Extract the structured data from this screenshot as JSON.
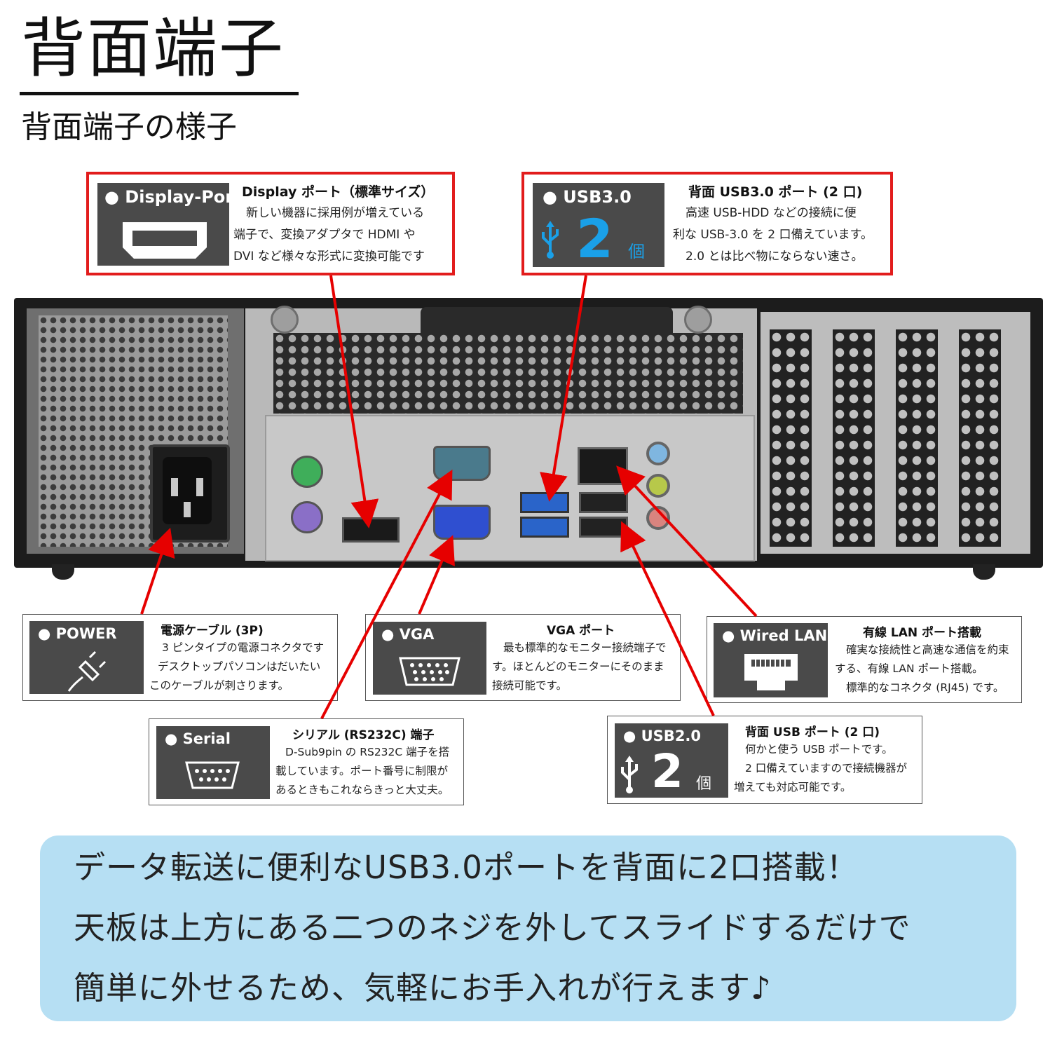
{
  "header": {
    "title": "背面端子",
    "subtitle": "背面端子の様子"
  },
  "callouts": {
    "displayport": {
      "label": "● Display-Port",
      "title": "Display ポート（標準サイズ）",
      "lines": [
        "新しい機器に採用例が増えている",
        "端子で、変換アダプタで HDMI や",
        "DVI など様々な形式に変換可能です"
      ]
    },
    "usb3": {
      "label": "● USB3.0",
      "count": "2",
      "unit": "個",
      "title": "背面 USB3.0 ポート (2 口)",
      "lines": [
        "高速 USB-HDD などの接続に便",
        "利な USB-3.0 を 2 口備えています。",
        "2.0 とは比べ物にならない速さ。"
      ]
    },
    "power": {
      "label": "● POWER",
      "title": "電源ケーブル (3P)",
      "lines": [
        "3 ピンタイプの電源コネクタです",
        "デスクトップパソコンはだいたい",
        "このケーブルが刺さります。"
      ]
    },
    "vga": {
      "label": "● VGA",
      "title": "VGA ポート",
      "lines": [
        "最も標準的なモニター接続端子で",
        "す。ほとんどのモニターにそのまま",
        "接続可能です。"
      ]
    },
    "lan": {
      "label": "● Wired LAN",
      "title": "有線 LAN ポート搭載",
      "lines": [
        "確実な接続性と高速な通信を約束",
        "する、有線 LAN ポート搭載。",
        "標準的なコネクタ (RJ45) です。"
      ]
    },
    "serial": {
      "label": "● Serial",
      "title": "シリアル (RS232C) 端子",
      "lines": [
        "D-Sub9pin の RS232C 端子を搭",
        "載しています。ポート番号に制限が",
        "あるときもこれならきっと大丈夫。"
      ]
    },
    "usb2": {
      "label": "● USB2.0",
      "count": "2",
      "unit": "個",
      "title": "背面 USB ポート (2 口)",
      "lines": [
        "何かと使う USB ポートです。",
        "2 口備えていますので接続機器が",
        "増えても対応可能です。"
      ]
    }
  },
  "footer": {
    "lines": [
      "データ転送に便利なUSB3.0ポートを背面に2口搭載！",
      "天板は上方にある二つのネジを外してスライドするだけで",
      "簡単に外せるため、気軽にお手入れが行えます♪"
    ]
  },
  "colors": {
    "callout_border_accent": "#e21c1c",
    "panel_bg": "#4a4a4a",
    "usb3_accent": "#1aa0e8",
    "footer_bg": "#b6dff3",
    "arrow": "#e60000"
  }
}
